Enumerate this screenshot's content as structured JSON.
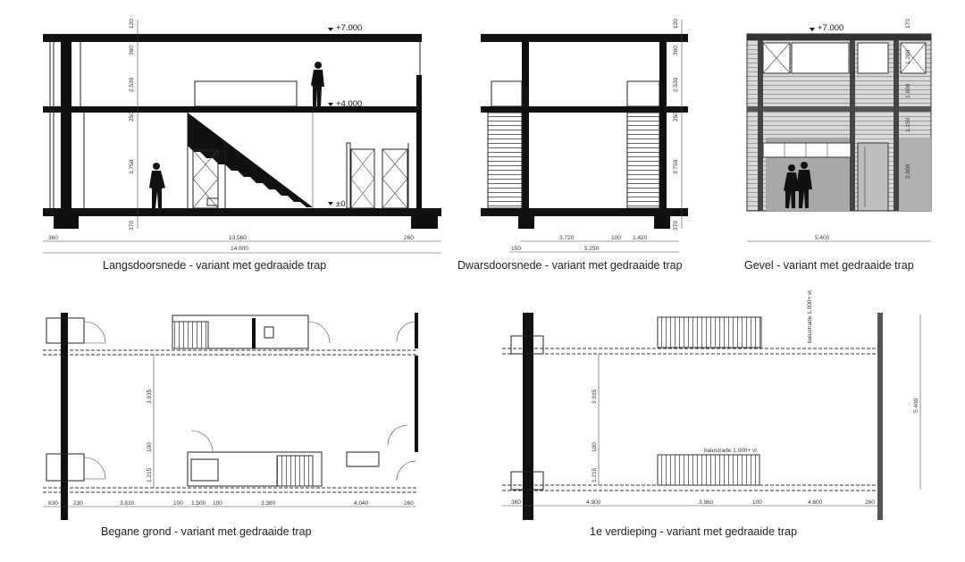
{
  "drawings": {
    "langsdoorsnede": {
      "caption": "Langsdoorsnede - variant met gedraaide trap",
      "levels": [
        "+7.000",
        "+4.000",
        "±0"
      ],
      "vertical_dims": [
        "120",
        "360",
        "2.530",
        "250",
        "3.750",
        "370"
      ],
      "horizontal_dims": [
        "360",
        "13.560",
        "260",
        "14.000"
      ]
    },
    "dwarsdoorsnede": {
      "caption": "Dwarsdoorsnede - variant met gedraaide trap",
      "vertical_dims": [
        "120",
        "360",
        "2.530",
        "250",
        "3.750",
        "370"
      ],
      "horizontal_dims": [
        "3.720",
        "100",
        "1.420",
        "150",
        "5.250"
      ]
    },
    "gevel": {
      "caption": "Gevel - variant met gedraaide trap",
      "levels": [
        "+7.000"
      ],
      "vertical_dims": [
        "170",
        "1.280",
        "1.600",
        "1.150",
        "2.600"
      ],
      "horizontal_dims": [
        "5.400"
      ]
    },
    "begane_grond": {
      "caption": "Begane grond - variant met gedraaide trap",
      "vertical_dims": [
        "3.935",
        "100",
        "1.215"
      ],
      "horizontal_dims": [
        "630",
        "230",
        "3.810",
        "100",
        "1.500",
        "100",
        "3.380",
        "4.040",
        "260"
      ]
    },
    "verdieping": {
      "caption": "1e verdieping - variant met gedraaide trap",
      "vertical_dims": [
        "3.935",
        "100",
        "1.215",
        "5.400"
      ],
      "horizontal_dims": [
        "360",
        "4.900",
        "3.960",
        "100",
        "4.600",
        "260"
      ],
      "notes": [
        "balustrade 1.000+ vl.",
        "balustrade 1.000+ vl."
      ]
    }
  }
}
